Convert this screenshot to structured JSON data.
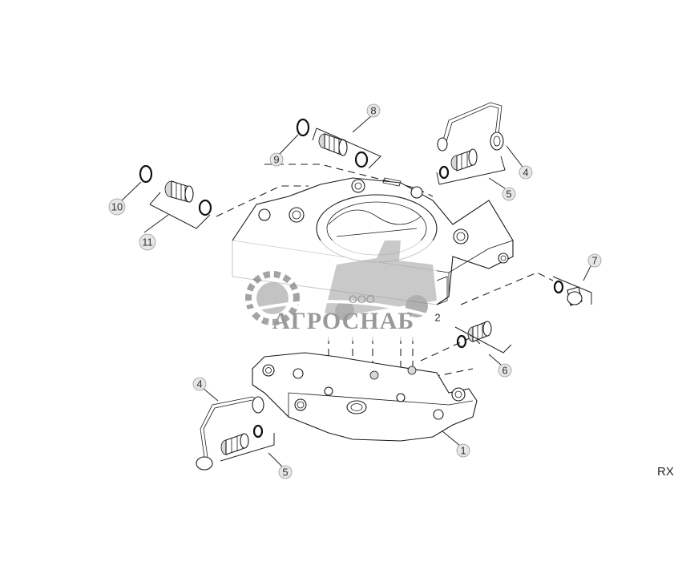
{
  "diagram": {
    "callouts": [
      {
        "id": "c1",
        "label": "1"
      },
      {
        "id": "c2",
        "label": "2"
      },
      {
        "id": "c4a",
        "label": "4"
      },
      {
        "id": "c4b",
        "label": "4"
      },
      {
        "id": "c5a",
        "label": "5"
      },
      {
        "id": "c5b",
        "label": "5"
      },
      {
        "id": "c6",
        "label": "6"
      },
      {
        "id": "c7",
        "label": "7"
      },
      {
        "id": "c8",
        "label": "8"
      },
      {
        "id": "c9",
        "label": "9"
      },
      {
        "id": "c10",
        "label": "10"
      },
      {
        "id": "c11",
        "label": "11"
      }
    ],
    "drawing_code": "RX",
    "watermark": {
      "company_form": "ООО",
      "brand": "АГРОСНАБ"
    },
    "colors": {
      "line": "#1a1a1a",
      "callout_fill": "#e6e6e6",
      "watermark": "#8f8f8f"
    }
  }
}
